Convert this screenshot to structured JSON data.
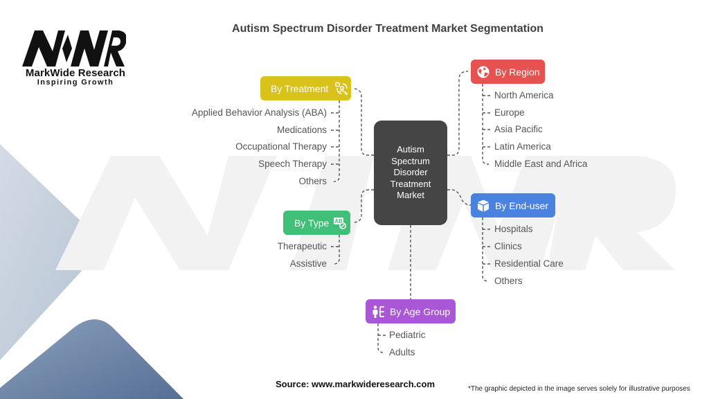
{
  "brand": {
    "logo_mark": "MWR",
    "name": "MarkWide Research",
    "tagline": "Inspiring Growth"
  },
  "title": "Autism Spectrum Disorder Treatment Market Segmentation",
  "center": {
    "label_lines": [
      "Autism",
      "Spectrum",
      "Disorder",
      "Treatment",
      "Market"
    ]
  },
  "colors": {
    "treatment": "#d9c21a",
    "region": "#e5524f",
    "type": "#3fbf78",
    "end_user": "#4a82e0",
    "age_group": "#a957d6",
    "center": "#454545"
  },
  "segments": {
    "treatment": {
      "label": "By Treatment",
      "icon": "patient-care-icon",
      "items": [
        "Applied Behavior Analysis (ABA)",
        "Medications",
        "Occupational Therapy",
        "Speech Therapy",
        "Others"
      ]
    },
    "region": {
      "label": "By Region",
      "icon": "globe-icon",
      "items": [
        "North America",
        "Europe",
        "Asia Pacific",
        "Latin America",
        "Middle East and Africa"
      ]
    },
    "type": {
      "label": "By Type",
      "icon": "type-block-icon",
      "items": [
        "Therapeutic",
        "Assistive"
      ]
    },
    "end_user": {
      "label": "By End-user",
      "icon": "box-icon",
      "items": [
        "Hospitals",
        "Clinics",
        "Residential Care",
        "Others"
      ]
    },
    "age_group": {
      "label": "By Age Group",
      "icon": "person-branch-icon",
      "items": [
        "Pediatric",
        "Adults"
      ]
    }
  },
  "footer": {
    "source": "Source: www.markwideresearch.com",
    "disclaimer": "*The graphic depicted in the image serves solely for illustrative purposes"
  }
}
